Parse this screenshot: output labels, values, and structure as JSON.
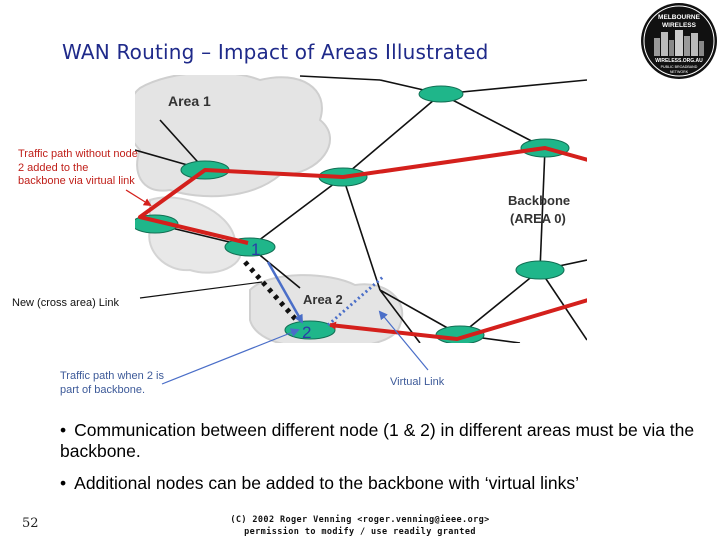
{
  "slide": {
    "title": "WAN Routing – Impact of Areas Illustrated",
    "page_number": "52",
    "footer_line1": "(C) 2002 Roger Venning <roger.venning@ieee.org>",
    "footer_line2": "permission to modify / use readily granted"
  },
  "logo": {
    "line1": "MELBOURNE",
    "line2": "WIRELESS",
    "url": "WIRELESS.ORG.AU",
    "sub1": "PUBLIC BROADBAND",
    "sub2": "NETWORK"
  },
  "diagram": {
    "area1_label": "Area 1",
    "area2_label": "Area 2",
    "backbone_label_line1": "Backbone",
    "backbone_label_line2": "(AREA 0)",
    "node1_label": "1",
    "node2_label": "2"
  },
  "annotations": {
    "traffic_without": "Traffic path without node 2 added to the backbone via virtual link",
    "cross_area_link": "New (cross area) Link",
    "traffic_when": "Traffic path when 2 is part of backbone.",
    "virtual_link": "Virtual Link"
  },
  "bullets": [
    "Communication between different node (1 & 2) in different areas must be via the backbone.",
    "Additional nodes can be added to the backbone with ‘virtual links’"
  ],
  "colors": {
    "title": "#1f2a8a",
    "router": "#1fb68a",
    "red_path": "#d4201c",
    "blue_arrow": "#4a6ec8",
    "cloud": "#e2e2e2"
  }
}
